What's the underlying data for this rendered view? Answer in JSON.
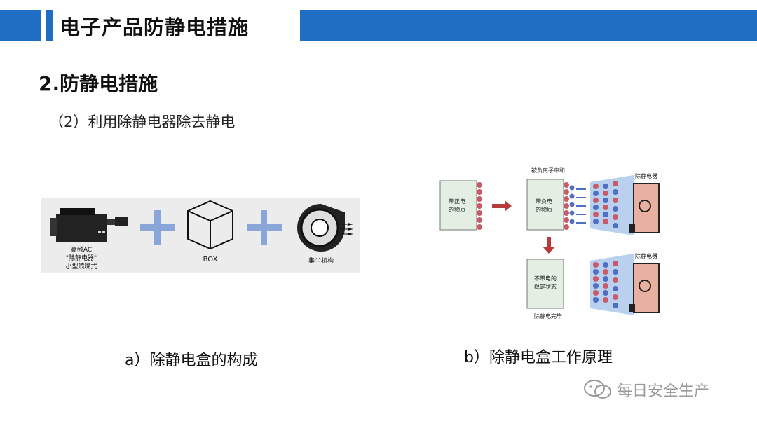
{
  "header": {
    "title": "电子产品防静电措施"
  },
  "section": {
    "title": "2.防静电措施",
    "subtitle": "（2）利用除静电器除去静电"
  },
  "left_figure": {
    "device_label_line1": "高频AC",
    "device_label_line2": "\"除静电器\"",
    "device_label_line3": "小型喷嘴式",
    "box_label": "BOX",
    "fan_label": "集尘机构",
    "caption": "a）除静电盒的构成"
  },
  "right_figure": {
    "top_label": "被负离子中和",
    "box1_line1": "带正电",
    "box1_line2": "的物质",
    "box2_line1": "带负电",
    "box2_line2": "的物质",
    "box3_line1": "不带电的",
    "box3_line2": "稳定状态",
    "device_label_top": "除静电器",
    "device_label_bottom": "除静电器",
    "bottom_label": "除静电完毕",
    "caption": "b）除静电盒工作原理"
  },
  "watermark": {
    "text": "每日安全生产"
  },
  "colors": {
    "brand_blue": "#1f6ec4",
    "arrow_red": "#b83a3a",
    "ion_blue": "#4f6fc4"
  }
}
